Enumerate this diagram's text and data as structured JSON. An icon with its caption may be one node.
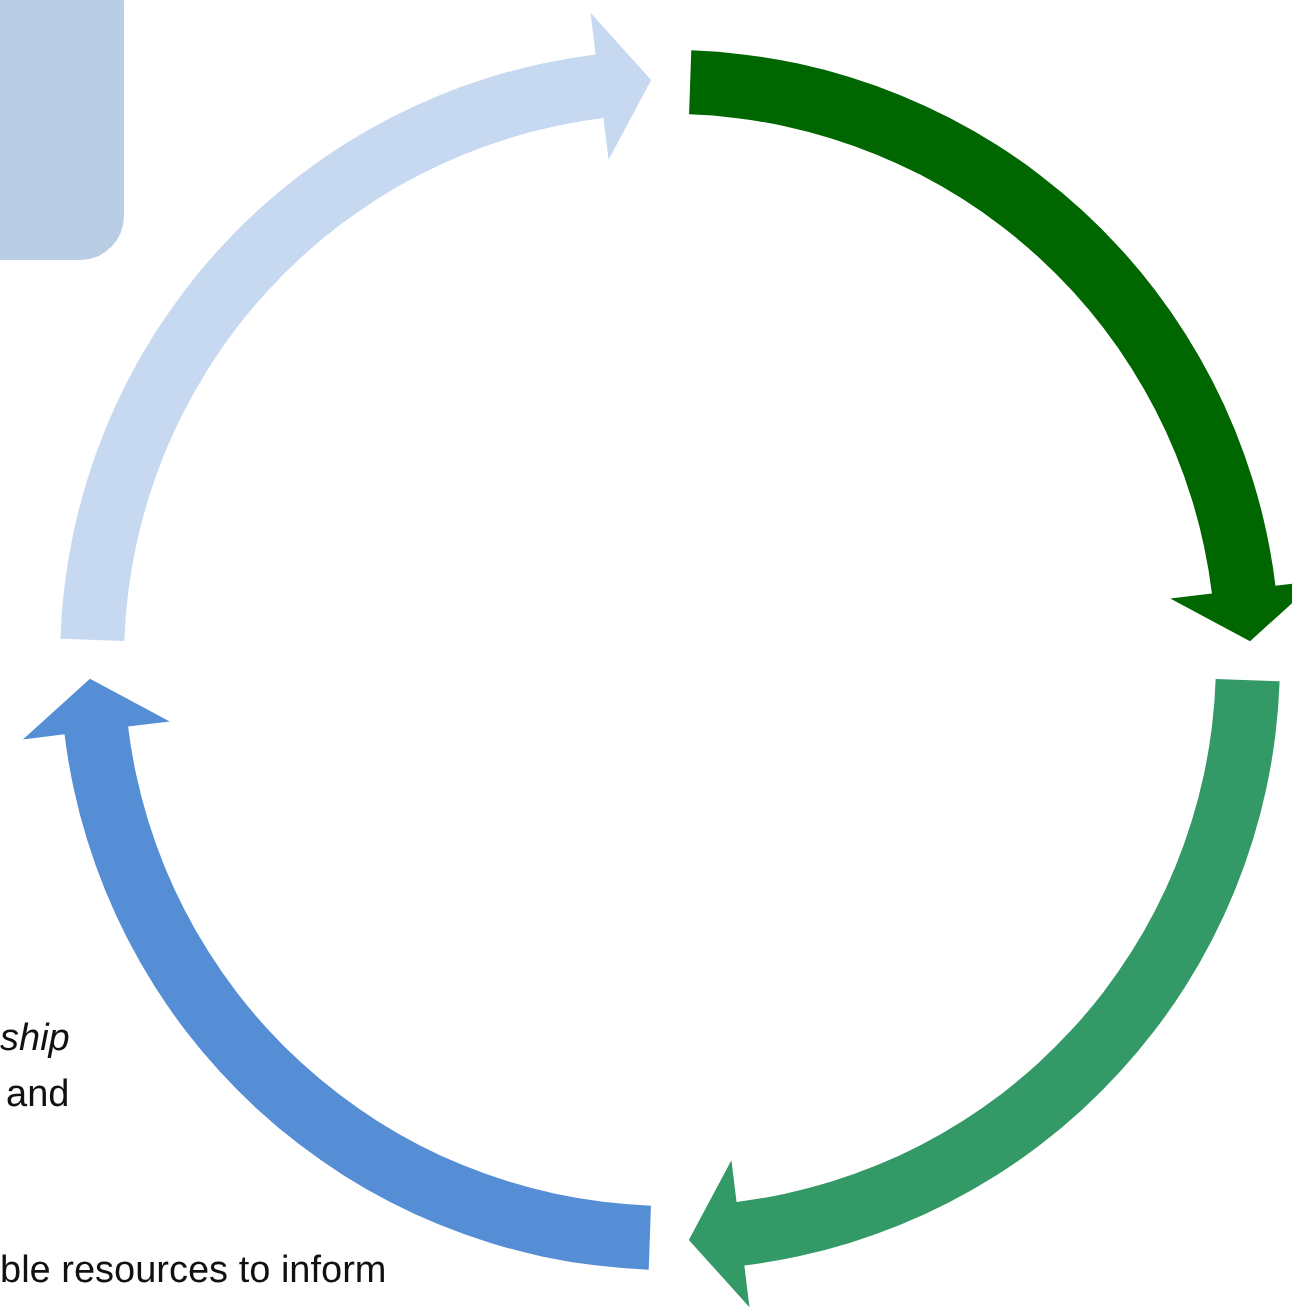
{
  "diagram": {
    "nodes": [
      {
        "text": [],
        "shape": "box"
      }
    ],
    "labels": [
      "ship",
      "and",
      "ble resources to inform"
    ]
  }
}
